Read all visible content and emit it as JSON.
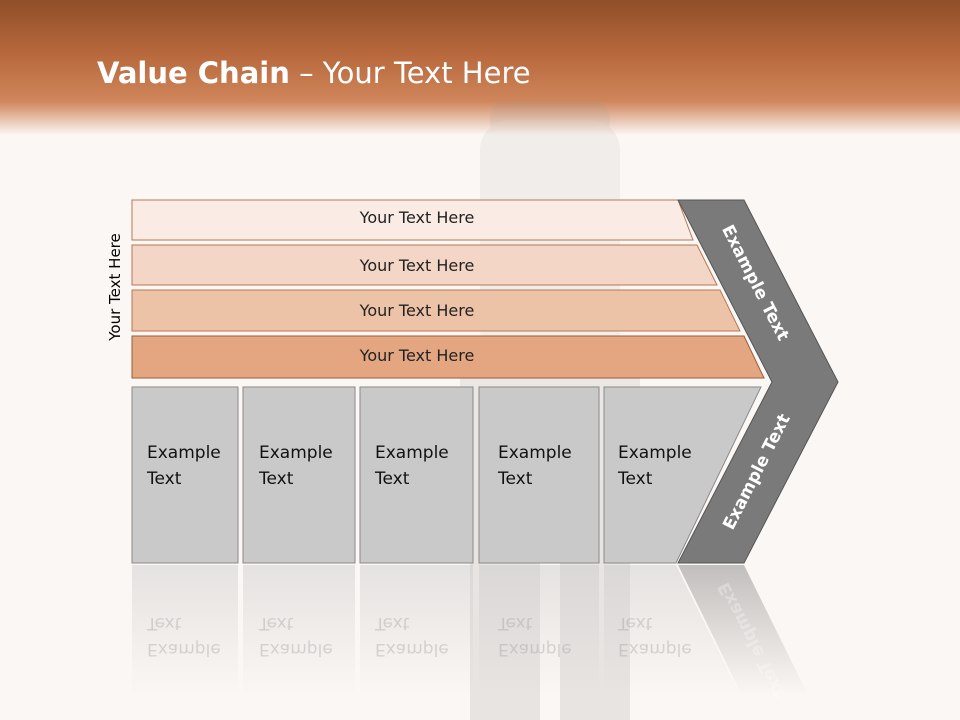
{
  "title": {
    "bold": "Value Chain",
    "rest": " – Your Text Here"
  },
  "side_label": "Your Text Here",
  "bars": [
    "Your Text Here",
    "Your Text Here",
    "Your Text Here",
    "Your Text Here"
  ],
  "boxes": [
    {
      "line1": "Example",
      "line2": "Text"
    },
    {
      "line1": "Example",
      "line2": "Text"
    },
    {
      "line1": "Example",
      "line2": "Text"
    },
    {
      "line1": "Example",
      "line2": "Text"
    },
    {
      "line1": "Example",
      "line2": "Text"
    }
  ],
  "arrow_top_label": "Example Text",
  "arrow_bottom_label": "Example Text",
  "colors": {
    "header_dark": "#8f4f28",
    "header_light": "#cf865a",
    "bar1": "#faece4",
    "bar2": "#f3d6c5",
    "bar3": "#edc3a8",
    "bar4": "#e3a680",
    "box_fill": "#c9c9c9",
    "arrow_fill": "#7a7a7a"
  }
}
